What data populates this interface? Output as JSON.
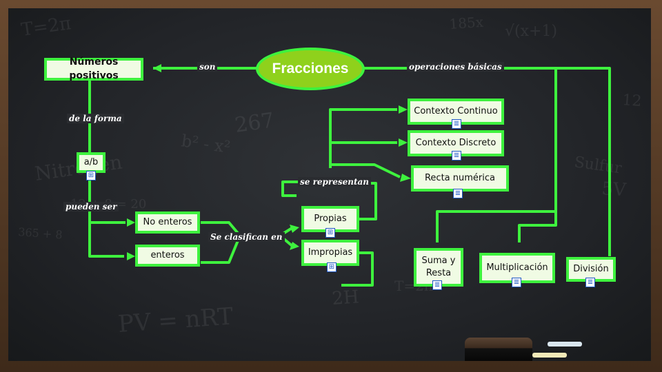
{
  "root": {
    "label": "Fracciones"
  },
  "nodes": {
    "numeros_positivos": "Números positivos",
    "ab": "a/b",
    "no_enteros": "No enteros",
    "enteros": "enteros",
    "propias": "Propias",
    "impropias": "Impropias",
    "contexto_continuo": "Contexto Continuo",
    "contexto_discreto": "Contexto Discreto",
    "recta_numerica": "Recta numérica",
    "suma_y_resta": "Suma y Resta",
    "multiplicacion": "Multiplicación",
    "division": "División"
  },
  "links": {
    "son": "son",
    "de_la_forma": "de la forma",
    "pueden_ser": "pueden ser",
    "se_clasifican_en": "Se clasifican en",
    "se_representan": "se representan",
    "operaciones_basicas": "operaciones básicas"
  },
  "background_formulas": [
    "T=2π",
    "PV = nRT",
    "12 + 8 = 20",
    "365 + 8",
    "b² - x²",
    "267",
    "185x",
    "√(x+1)",
    "5V",
    "Sulfur",
    "Nitrogen",
    "2H",
    "T=2π",
    "12"
  ],
  "icons": {
    "note": "note-icon",
    "map": "submap-icon"
  },
  "colors": {
    "connector": "#3ef23e",
    "node_fill": "#f0fbe4",
    "root_fill": "#8fd11c",
    "board": "#222428",
    "icon_border": "#1e58c4"
  }
}
